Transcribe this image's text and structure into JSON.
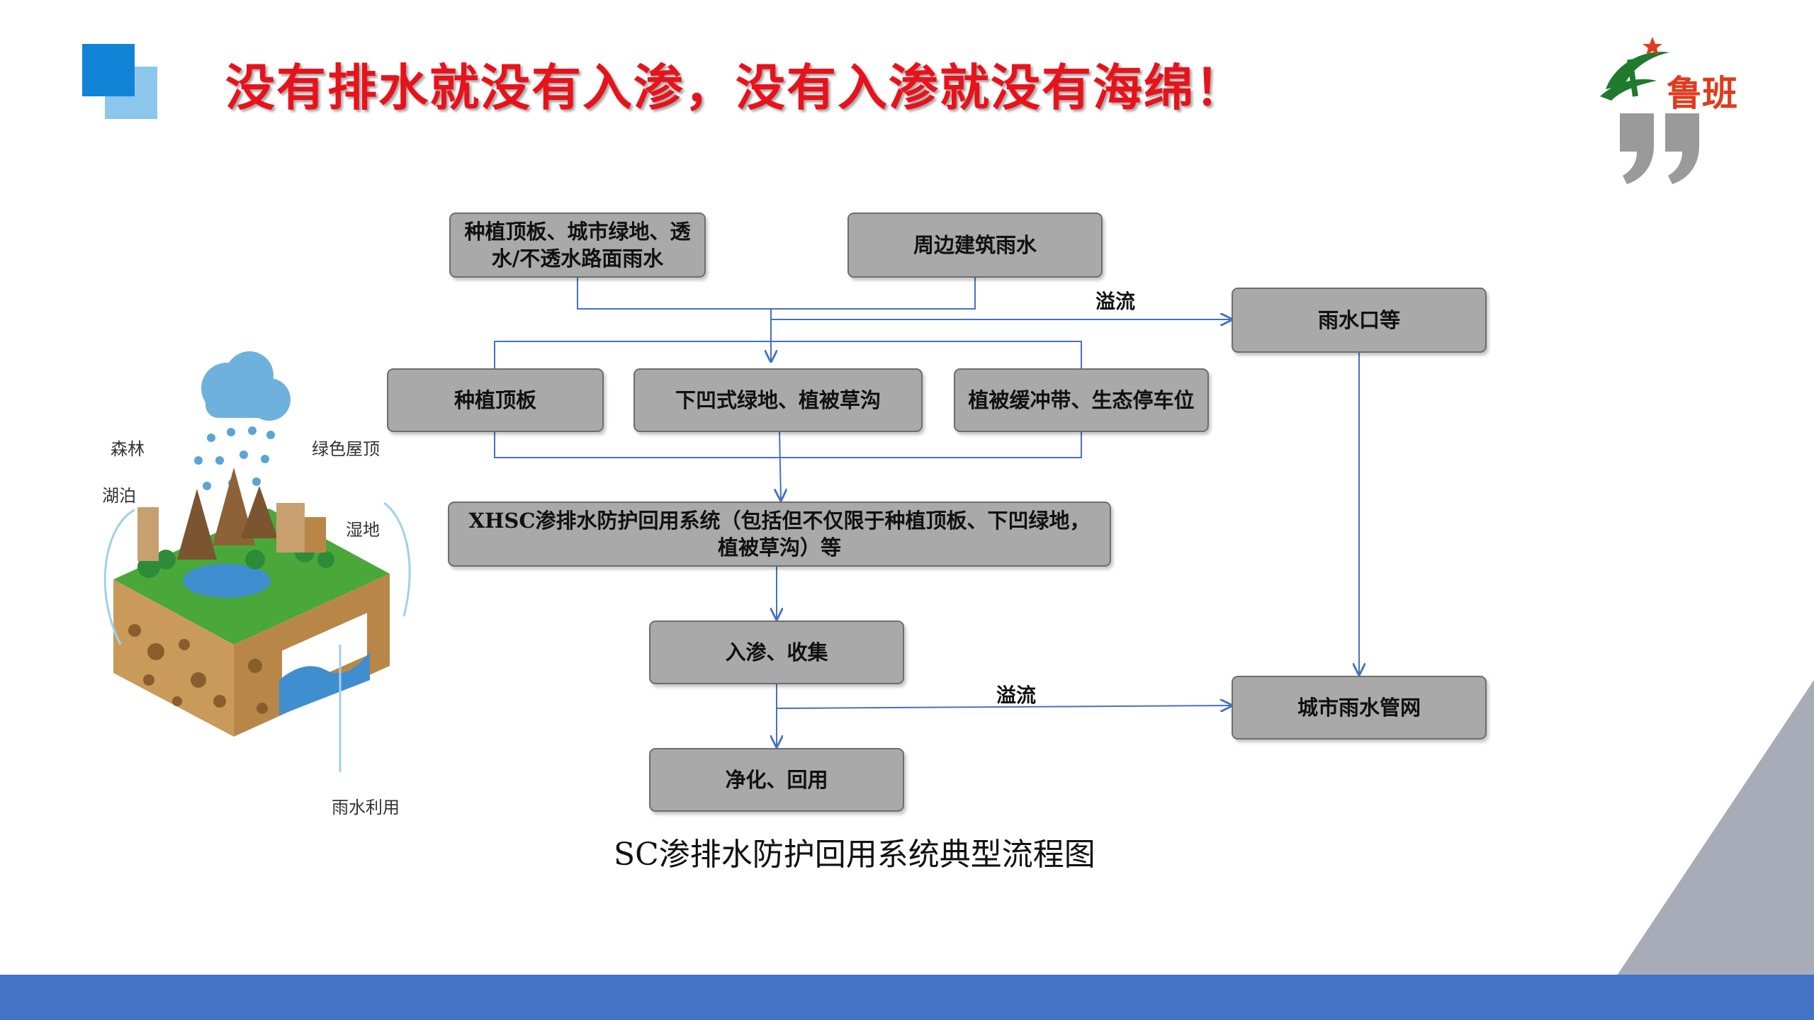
{
  "slide": {
    "title": "没有排水就没有入渗，没有入渗就没有海绵！",
    "caption": "SC渗排水防护回用系统典型流程图",
    "accent_color": "#e8121a",
    "bar_color": "#4472c4"
  },
  "logo": {
    "text": "鲁班",
    "icon": "luban-logo-icon",
    "quote_icon": "quote-mark-icon"
  },
  "illustration": {
    "icon": "sponge-city-illustration",
    "labels": {
      "forest": "森林",
      "green_roof": "绿色屋顶",
      "lake": "湖泊",
      "wetland": "湿地",
      "rain_use": "雨水利用"
    }
  },
  "flow": {
    "nodes": {
      "source_roof": "种植顶板、城市绿地、透水/不透水路面雨水",
      "source_building": "周边建筑雨水",
      "inlet": "雨水口等",
      "planting_roof": "种植顶板",
      "sunken_green": "下凹式绿地、植被草沟",
      "buffer": "植被缓冲带、生态停车位",
      "xhsc": "XHSC渗排水防护回用系统（包括但不仅限于种植顶板、下凹绿地，植被草沟）等",
      "infiltrate": "入渗、收集",
      "municipal": "城市雨水管网",
      "reuse": "净化、回用"
    },
    "edge_labels": {
      "overflow_top": "溢流",
      "overflow_bottom": "溢流"
    }
  }
}
